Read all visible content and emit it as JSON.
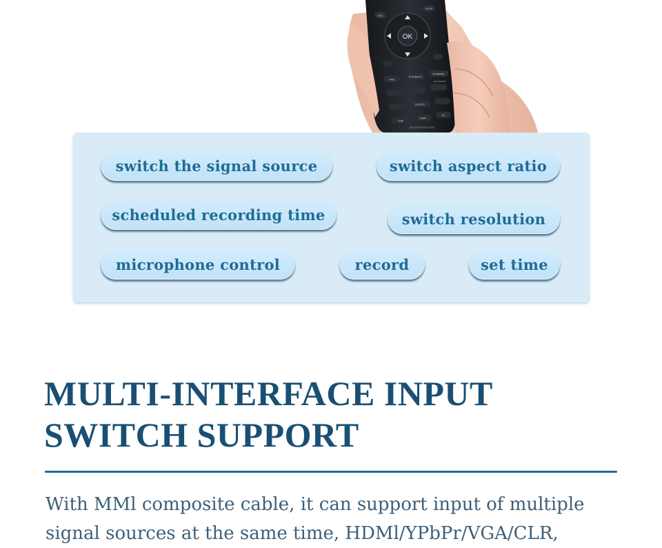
{
  "remote": {
    "labels": {
      "esc": "ESC",
      "stop": "STOP",
      "ok": "OK",
      "time": "TIME",
      "playback": "PLAYBACK",
      "storage": "STORAGE",
      "recording": "RECORDING",
      "delete": "DELETE",
      "p720": "720P",
      "p1080": "1080P",
      "pc": "PC",
      "record_resolution": "RECORD RESOLUTION"
    }
  },
  "features": {
    "items": [
      "switch the signal source",
      "switch aspect ratio",
      "scheduled recording time",
      "switch resolution",
      "microphone control",
      "record",
      "set time"
    ]
  },
  "section": {
    "title_line1": "MULTI-INTERFACE INPUT",
    "title_line2": "SWITCH SUPPORT",
    "body": "With MMl composite cable, it can support input of multiple signal sources at the same time, HDMl/YPbPr/VGA/CLR,"
  },
  "colors": {
    "panel": "#d8ebf7",
    "pill_text": "#1f6c96",
    "title": "#1a4f74",
    "rule": "#1e6aa3",
    "body_text": "#3d5f78"
  }
}
